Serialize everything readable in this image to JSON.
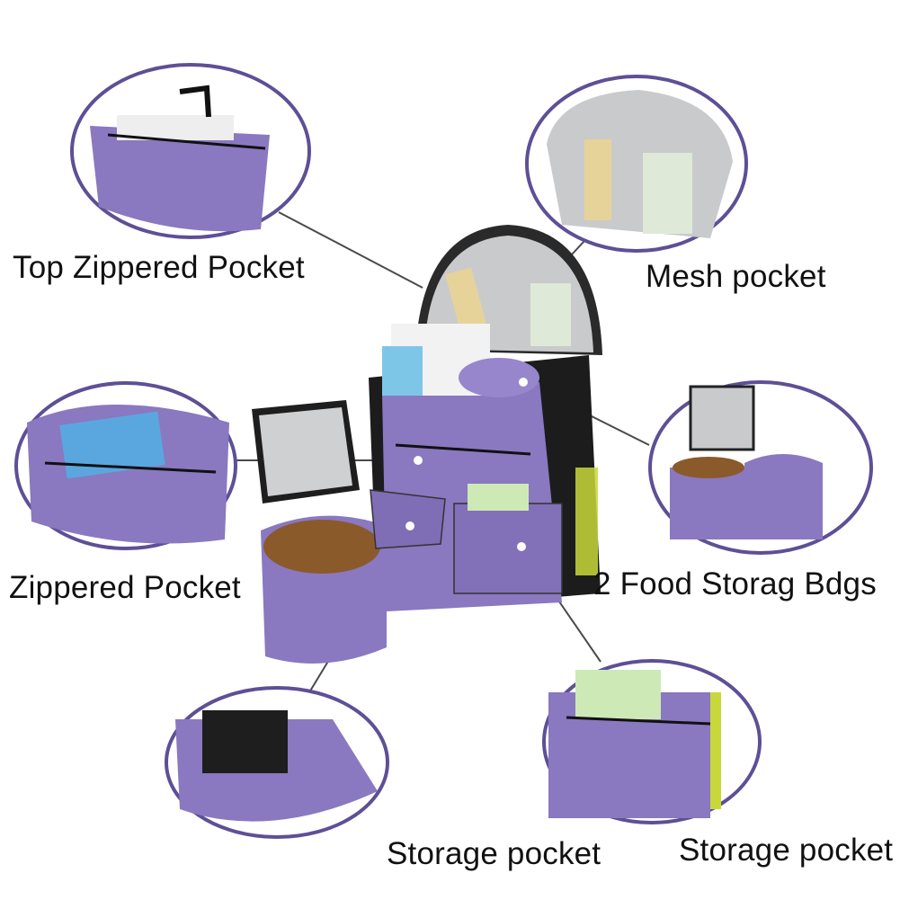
{
  "labels": {
    "top_zippered_pocket": "Top Zippered Pocket",
    "mesh_pocket": "Mesh pocket",
    "zippered_pocket": "Zippered Pocket",
    "food_storage_bags": "2 Food Storag Bdgs",
    "storage_pocket_left": "Storage pocket",
    "storage_pocket_right": "Storage pocket"
  },
  "colors": {
    "bag_purple": "#8a78c0",
    "ring_purple": "#5e4f96",
    "lining_gray": "#c9cacc",
    "trim_black": "#1a1a1a",
    "food_brown": "#8a5a2b",
    "mesh_yellow": "#c8d83a"
  }
}
